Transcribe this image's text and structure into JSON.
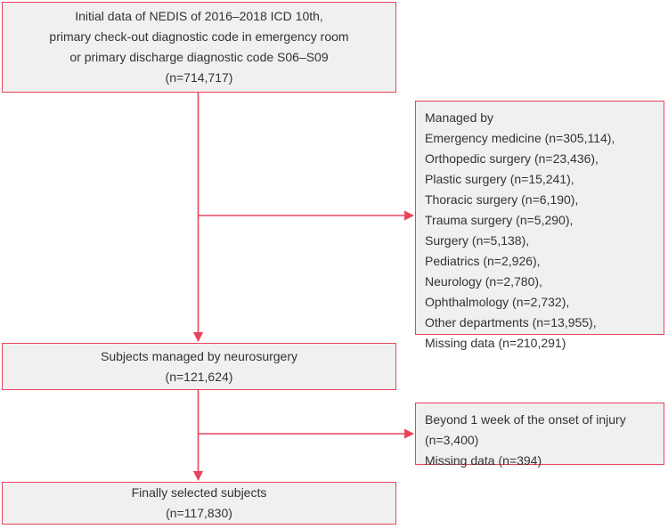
{
  "diagram": {
    "title": "Study population selection flow diagram",
    "colors": {
      "border": "#e8455c",
      "fill": "#f0f0f0",
      "text": "#333333",
      "connector": "#e8455c",
      "background": "#ffffff"
    },
    "nodes": {
      "initial": {
        "text": "Initial data of NEDIS of 2016–2018 ICD 10th,\nprimary check-out diagnostic code in emergency room\nor primary discharge diagnostic code S06–S09\n(n=714,717)",
        "count": "714,717"
      },
      "excluded_departments": {
        "text": "Managed by\nEmergency medicine (n=305,114),\nOrthopedic surgery (n=23,436),\nPlastic surgery (n=15,241),\nThoracic surgery (n=6,190),\nTrauma surgery (n=5,290),\nSurgery (n=5,138),\nPediatrics (n=2,926),\nNeurology (n=2,780),\nOphthalmology (n=2,732),\nOther departments (n=13,955),\nMissing data (n=210,291)",
        "heading": "Managed by",
        "items": [
          {
            "label": "Emergency medicine",
            "count": "305,114"
          },
          {
            "label": "Orthopedic surgery",
            "count": "23,436"
          },
          {
            "label": "Plastic surgery",
            "count": "15,241"
          },
          {
            "label": "Thoracic surgery",
            "count": "6,190"
          },
          {
            "label": "Trauma surgery",
            "count": "5,290"
          },
          {
            "label": "Surgery",
            "count": "5,138"
          },
          {
            "label": "Pediatrics",
            "count": "2,926"
          },
          {
            "label": "Neurology",
            "count": "2,780"
          },
          {
            "label": "Ophthalmology",
            "count": "2,732"
          },
          {
            "label": "Other departments",
            "count": "13,955"
          },
          {
            "label": "Missing data",
            "count": "210,291"
          }
        ]
      },
      "neurosurgery": {
        "text": "Subjects managed by neurosurgery\n(n=121,624)",
        "count": "121,624"
      },
      "excluded_timing": {
        "text": "Beyond 1 week of the onset of injury\n(n=3,400)\nMissing data (n=394)",
        "items": [
          {
            "label": "Beyond 1 week of the onset of injury",
            "count": "3,400"
          },
          {
            "label": "Missing data",
            "count": "394"
          }
        ]
      },
      "final": {
        "text": "Finally selected subjects\n(n=117,830)",
        "count": "117,830"
      }
    },
    "edges": [
      {
        "from": "initial",
        "to": "excluded_departments",
        "kind": "exclusion-branch"
      },
      {
        "from": "initial",
        "to": "neurosurgery",
        "kind": "main-flow"
      },
      {
        "from": "neurosurgery",
        "to": "excluded_timing",
        "kind": "exclusion-branch"
      },
      {
        "from": "neurosurgery",
        "to": "final",
        "kind": "main-flow"
      }
    ]
  }
}
